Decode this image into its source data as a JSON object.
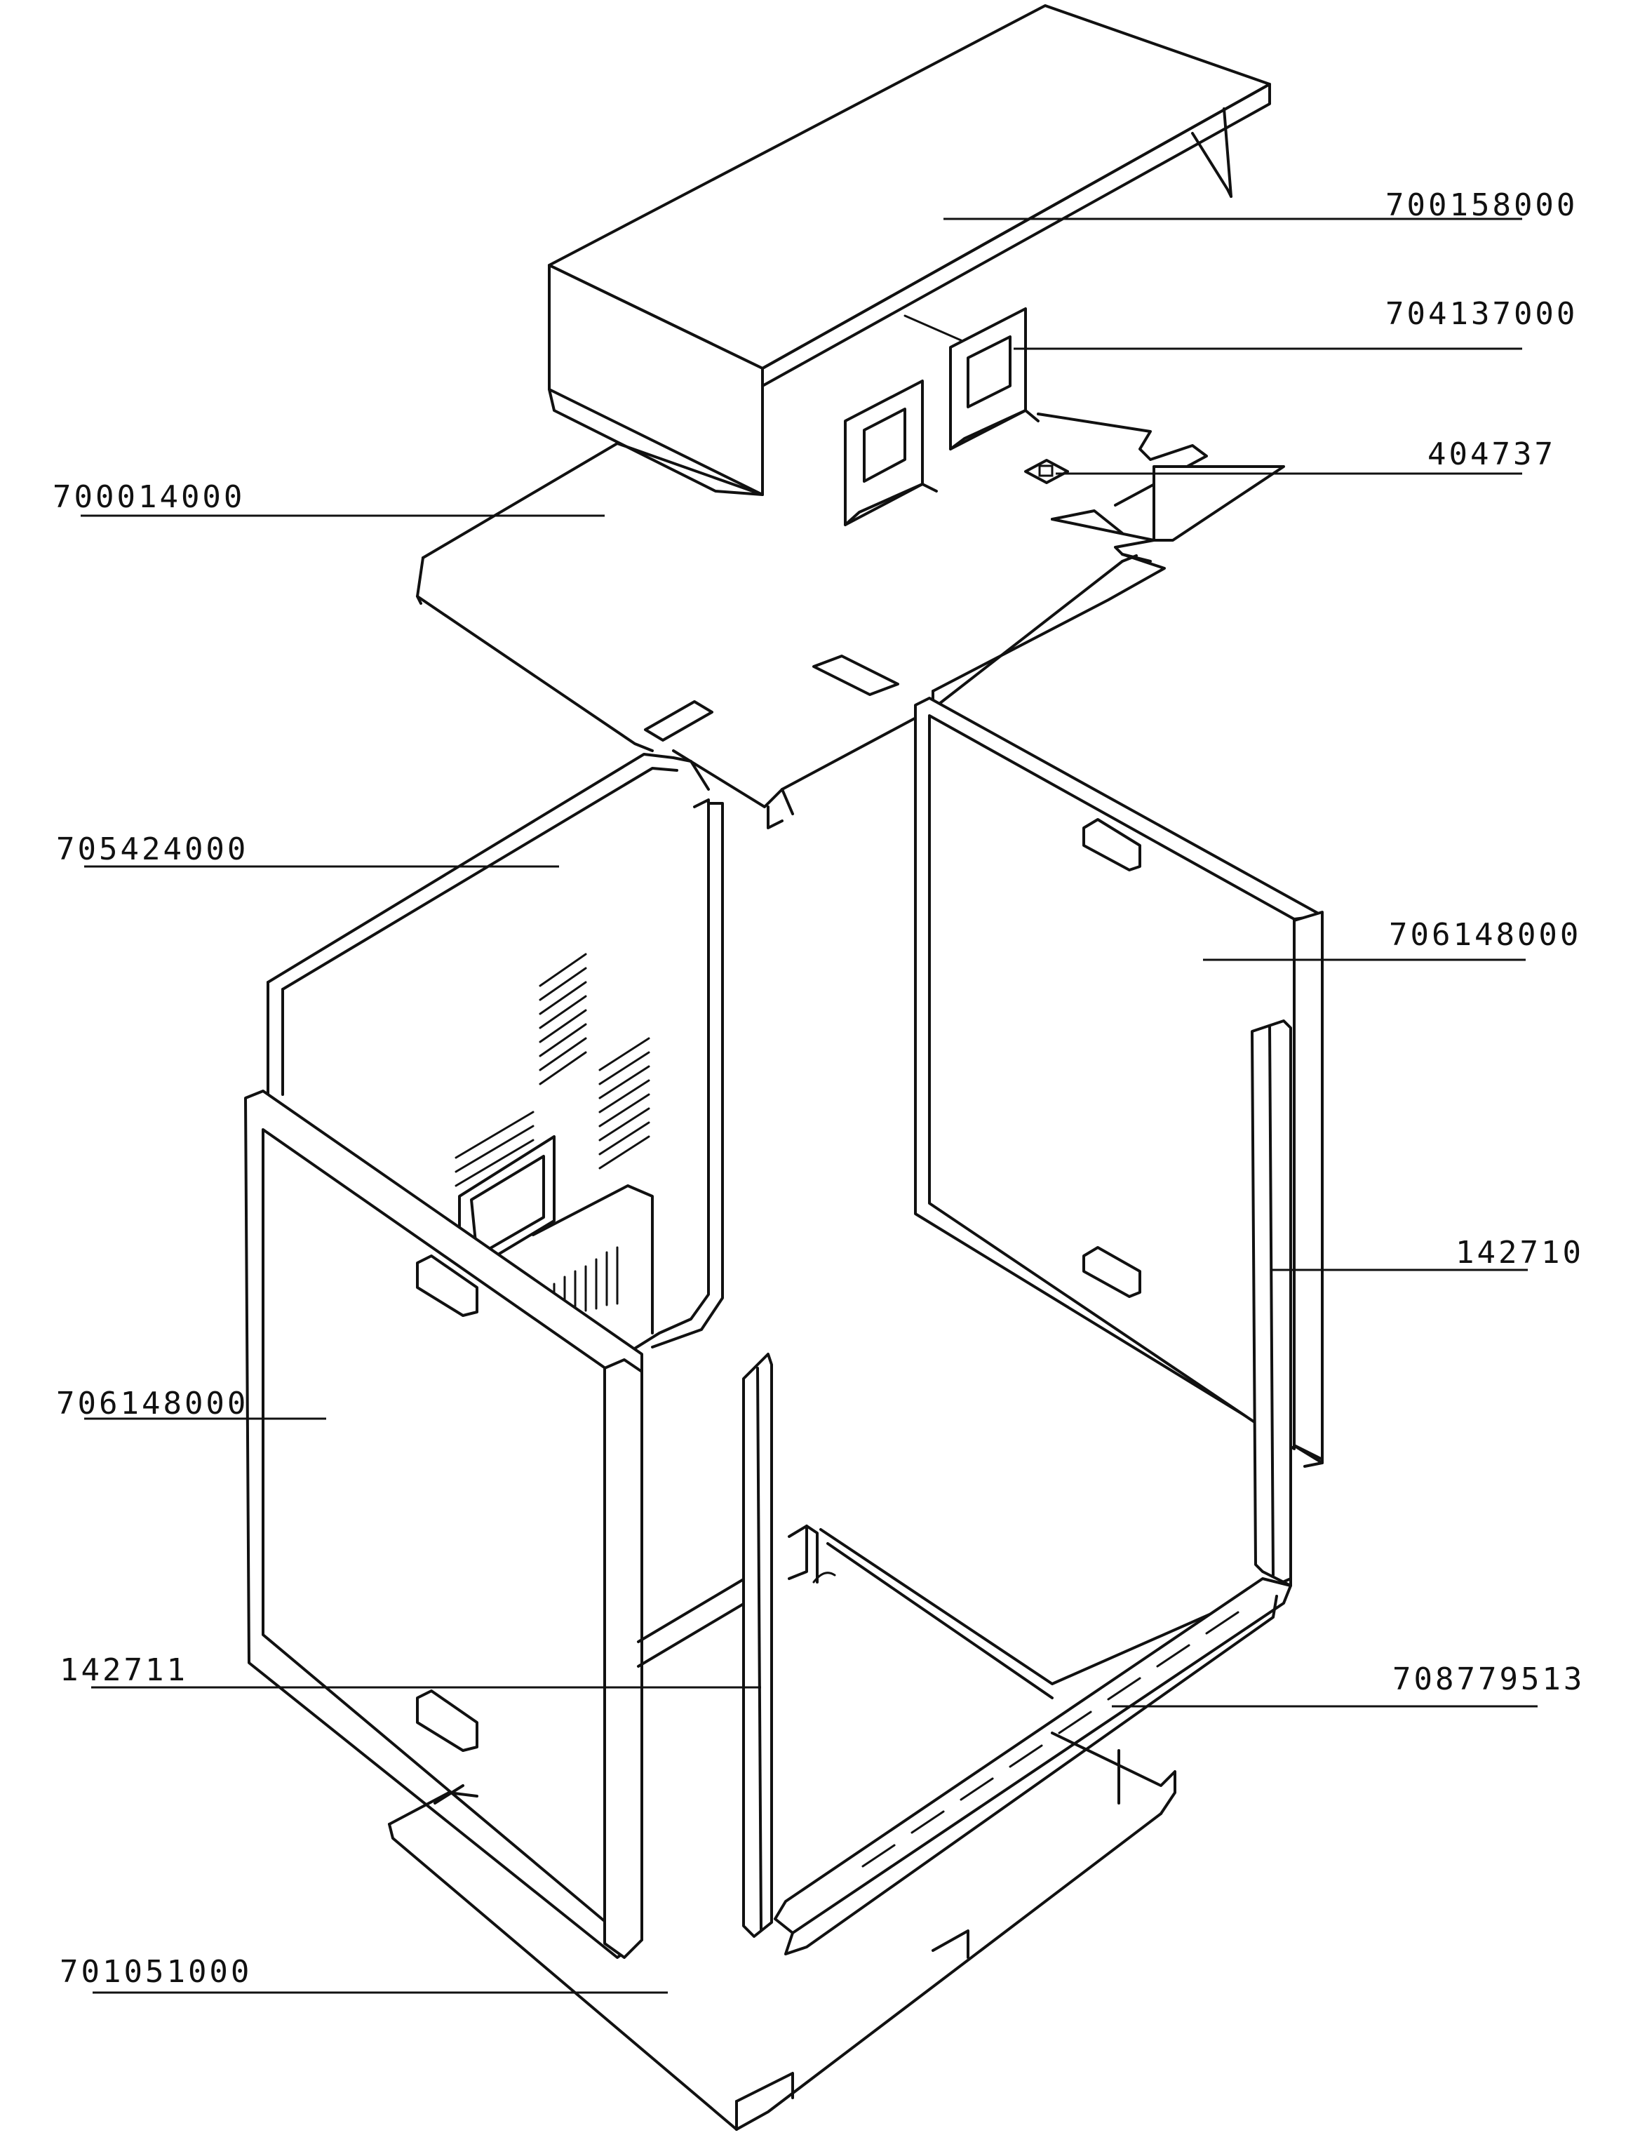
{
  "diagram": {
    "parts": [
      {
        "id": "top-cover",
        "label": "700158000"
      },
      {
        "id": "bracket",
        "label": "704137000"
      },
      {
        "id": "clip",
        "label": "404737"
      },
      {
        "id": "top-panel",
        "label": "700014000"
      },
      {
        "id": "back-panel",
        "label": "705424000"
      },
      {
        "id": "right-side-panel",
        "label": "706148000"
      },
      {
        "id": "right-rail",
        "label": "142710"
      },
      {
        "id": "left-side-panel",
        "label": "706148000"
      },
      {
        "id": "left-rail",
        "label": "142711"
      },
      {
        "id": "front-bar",
        "label": "708779513"
      },
      {
        "id": "bottom-panel",
        "label": "701051000"
      }
    ]
  }
}
